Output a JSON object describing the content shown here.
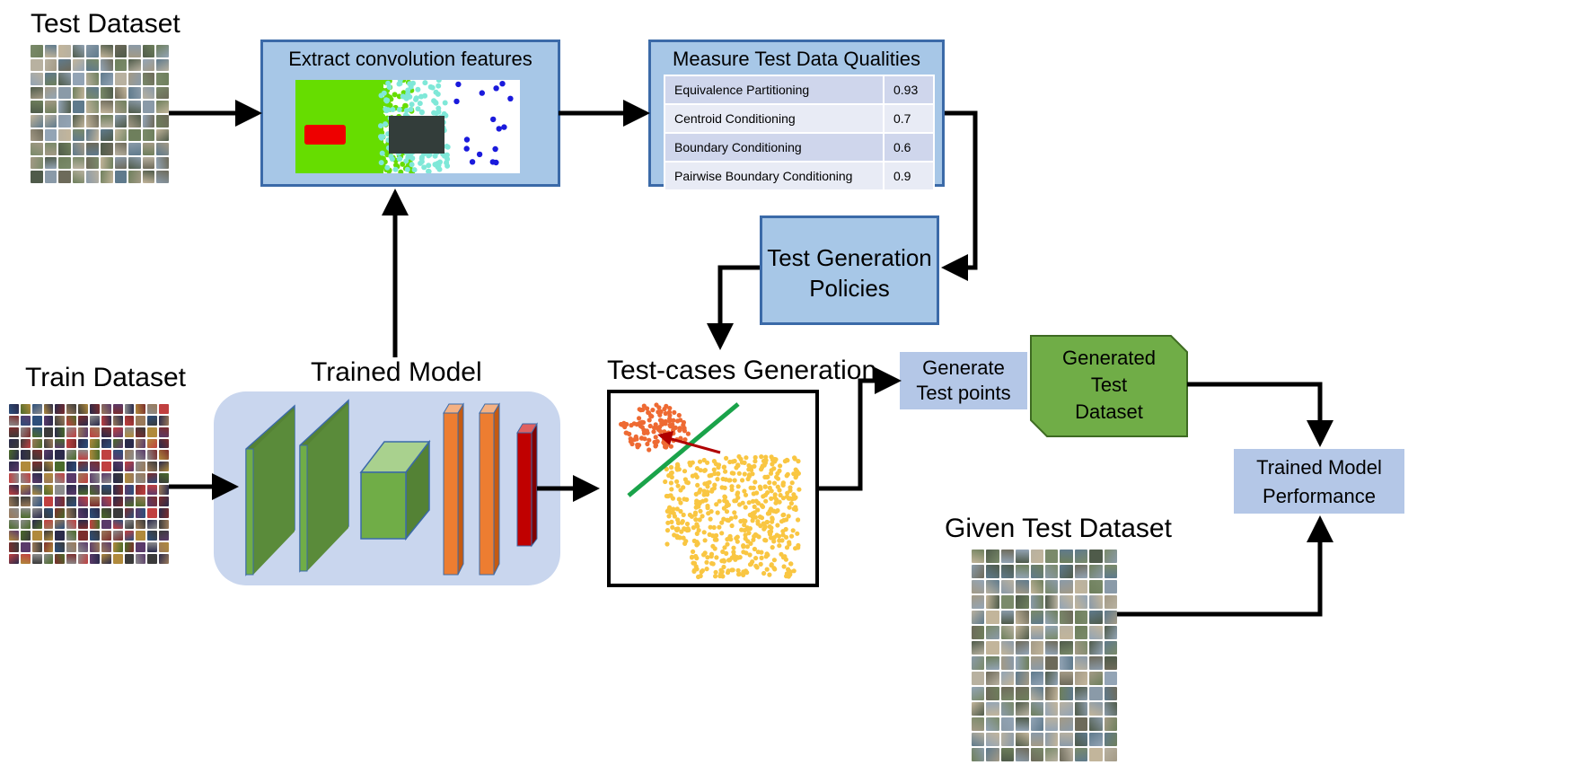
{
  "labels": {
    "test_dataset": "Test Dataset",
    "train_dataset": "Train Dataset",
    "trained_model": "Trained Model",
    "extract_features": "Extract convolution features",
    "measure_qualities": "Measure Test Data Qualities",
    "test_generation_policies_1": "Test Generation",
    "test_generation_policies_2": "Policies",
    "test_cases_generation": "Test-cases Generation",
    "generate_test_points_1": "Generate",
    "generate_test_points_2": "Test points",
    "generated_test_dataset_1": "Generated",
    "generated_test_dataset_2": "Test",
    "generated_test_dataset_3": "Dataset",
    "trained_model_performance_1": "Trained Model",
    "trained_model_performance_2": "Performance",
    "given_test_dataset": "Given Test Dataset"
  },
  "qualities": [
    {
      "name": "Equivalence Partitioning",
      "value": "0.93"
    },
    {
      "name": "Centroid Conditioning",
      "value": "0.7"
    },
    {
      "name": "Boundary Conditioning",
      "value": "0.6"
    },
    {
      "name": "Pairwise Boundary Conditioning",
      "value": "0.9"
    }
  ],
  "colors": {
    "box_fill": "#a7c7e7",
    "box_border": "#3b6aa8",
    "light_box": "#b4c7e7",
    "model_panel": "#c9d6ee",
    "dark_green": "#548235",
    "light_green": "#70ad47",
    "orange": "#ed7d31",
    "red": "#c00000",
    "arrow": "#000000"
  }
}
